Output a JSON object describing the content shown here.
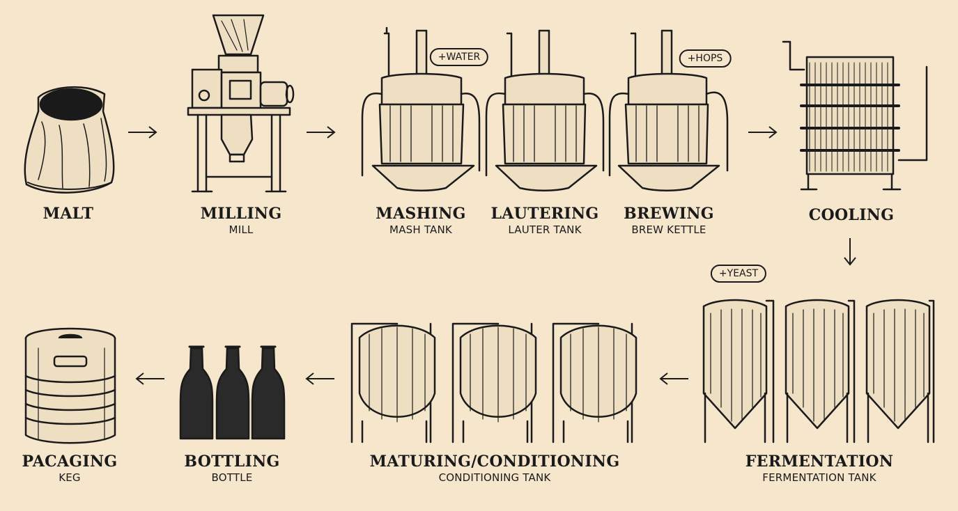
{
  "colors": {
    "background": "#f5e6cc",
    "ink": "#1a1a1a",
    "metal": "#e9d8b8"
  },
  "steps": [
    {
      "id": "malt",
      "title": "MALT",
      "subtitle": ""
    },
    {
      "id": "milling",
      "title": "MILLING",
      "subtitle": "MILL"
    },
    {
      "id": "mashing",
      "title": "MASHING",
      "subtitle": "MASH TANK"
    },
    {
      "id": "lautering",
      "title": "LAUTERING",
      "subtitle": "LAUTER TANK"
    },
    {
      "id": "brewing",
      "title": "BREWING",
      "subtitle": "BREW KETTLE"
    },
    {
      "id": "cooling",
      "title": "COOLING",
      "subtitle": ""
    },
    {
      "id": "fermentation",
      "title": "FERMENTATION",
      "subtitle": "FERMENTATION TANK"
    },
    {
      "id": "maturing",
      "title": "MATURING/CONDITIONING",
      "subtitle": "CONDITIONING TANK"
    },
    {
      "id": "bottling",
      "title": "BOTTLING",
      "subtitle": "BOTTLE"
    },
    {
      "id": "packaging",
      "title": "PACAGING",
      "subtitle": "KEG"
    }
  ],
  "additions": {
    "water": "+WATER",
    "hops": "+HOPS",
    "yeast": "+YEAST"
  },
  "arrows": {
    "right": "→",
    "down": "↓",
    "left": "←"
  }
}
